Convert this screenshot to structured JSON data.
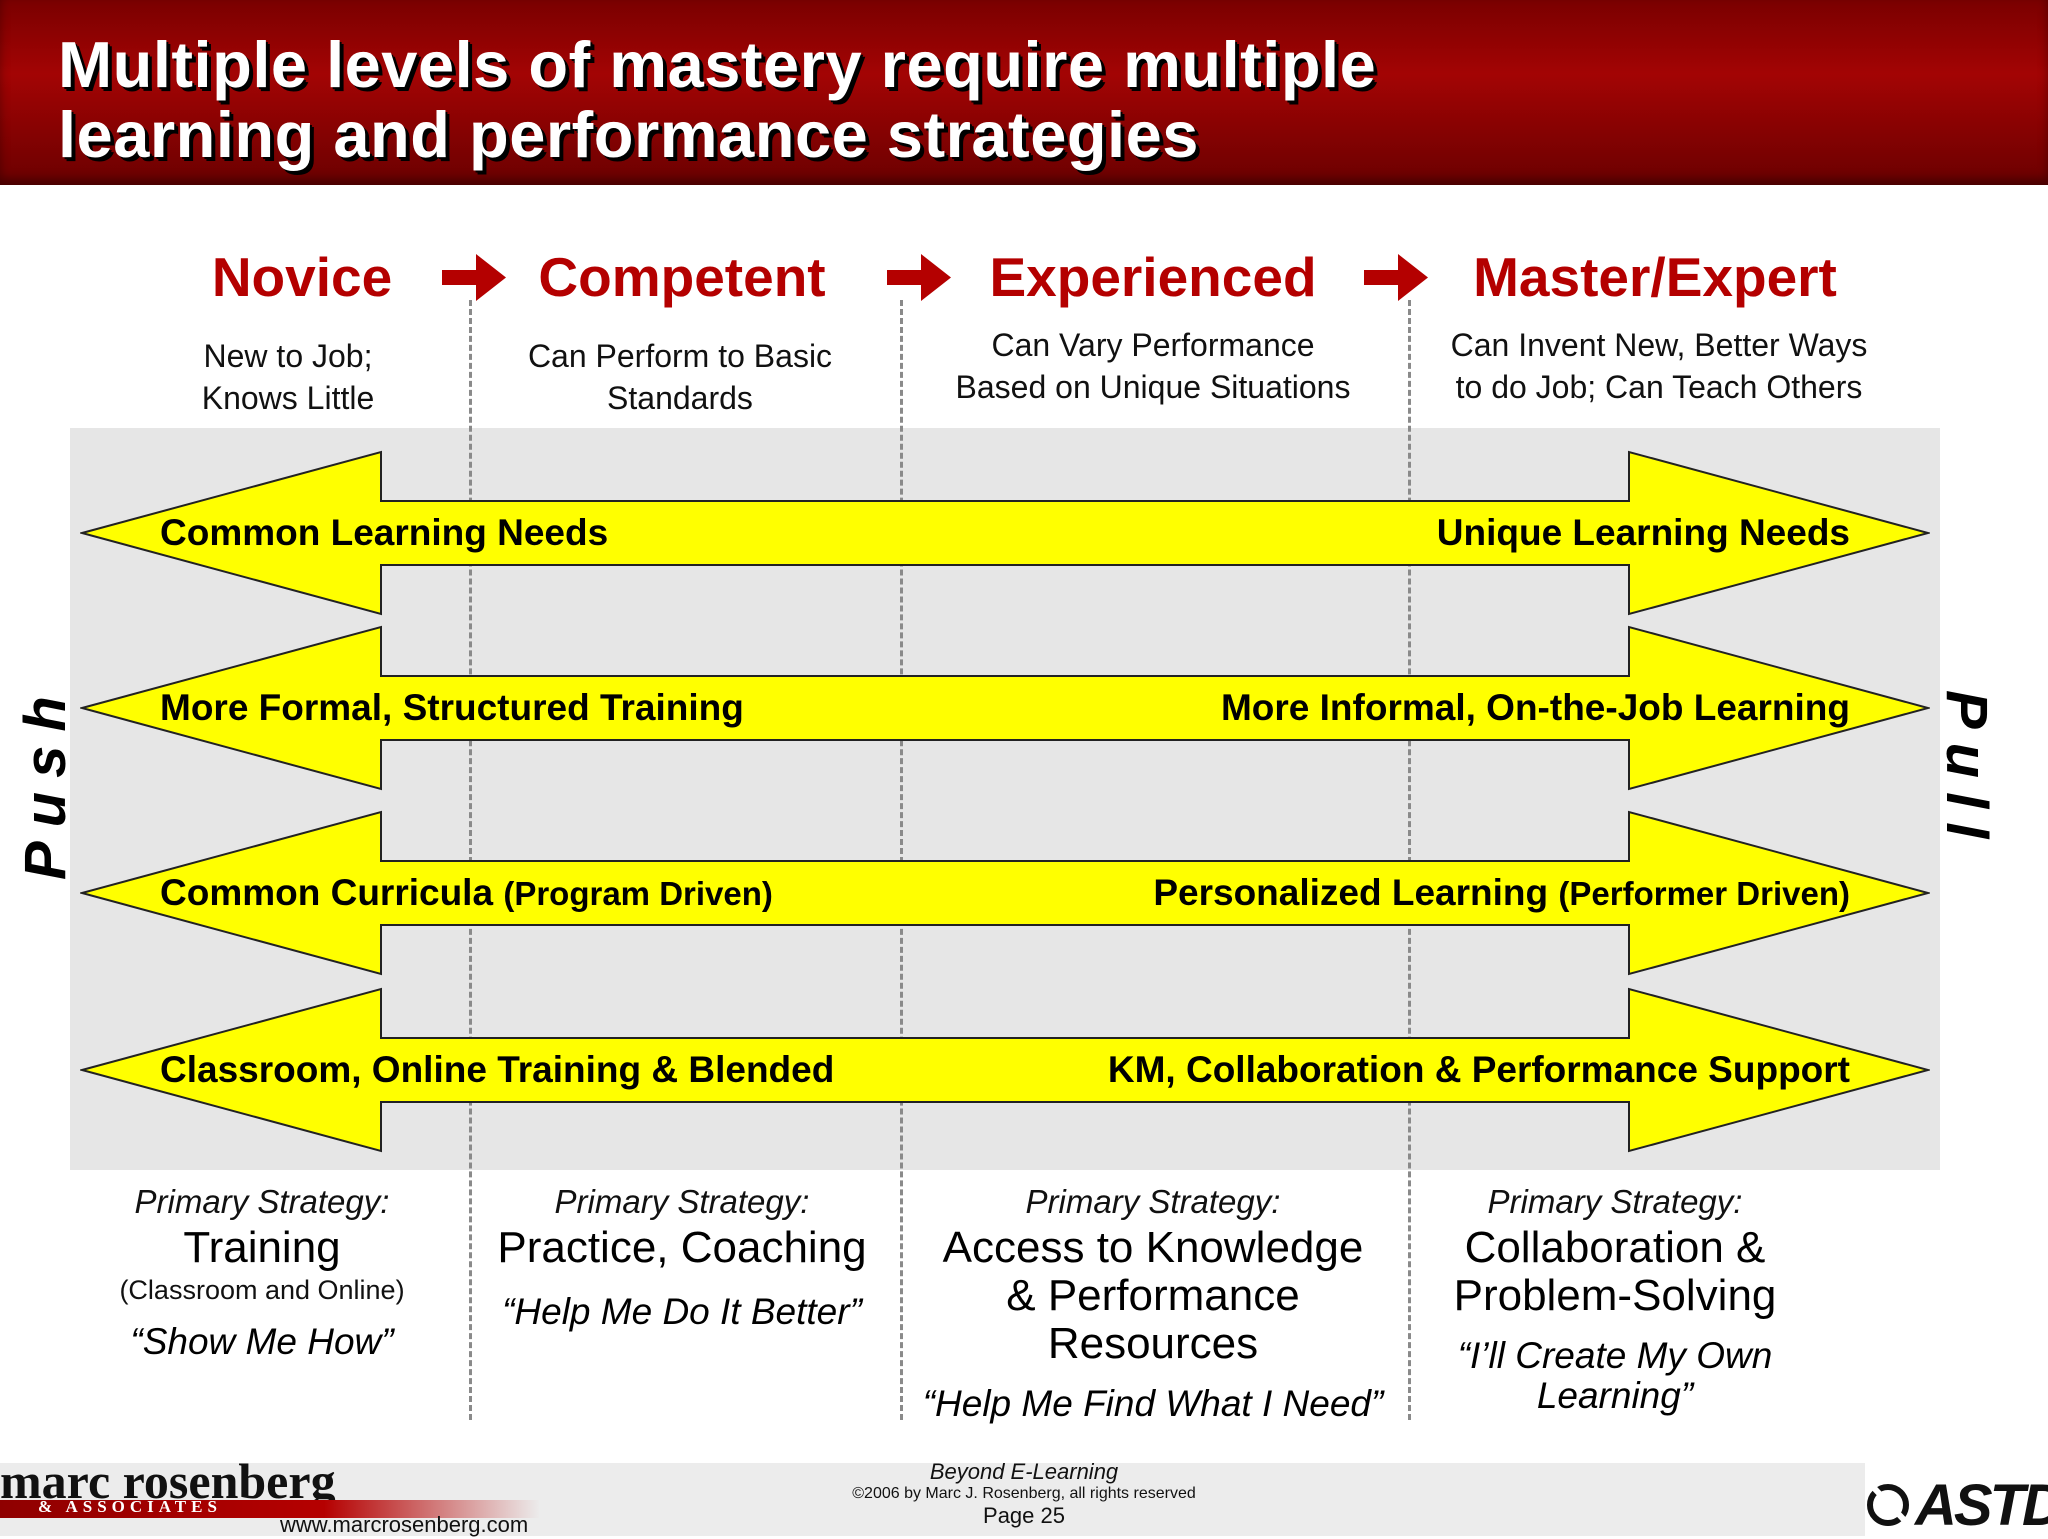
{
  "title": {
    "line1": "Multiple levels of mastery require multiple",
    "line2": "learning and performance strategies"
  },
  "stages": [
    {
      "name": "Novice",
      "description": [
        "New to Job;",
        "Knows Little"
      ]
    },
    {
      "name": "Competent",
      "description": [
        "Can Perform to Basic",
        "Standards"
      ]
    },
    {
      "name": "Experienced",
      "description": [
        "Can Vary Performance",
        "Based on Unique Situations"
      ]
    },
    {
      "name": "Master/Expert",
      "description": [
        "Can Invent New, Better Ways",
        "to do Job; Can Teach Others"
      ]
    }
  ],
  "side_labels": {
    "left": "Push",
    "right": "Pull"
  },
  "arrows": [
    {
      "left": "Common Learning Needs",
      "left_sub": "",
      "right": "Unique Learning Needs",
      "right_sub": ""
    },
    {
      "left": "More Formal, Structured Training",
      "left_sub": "",
      "right": "More Informal, On-the-Job Learning",
      "right_sub": ""
    },
    {
      "left": "Common Curricula",
      "left_sub": "(Program Driven)",
      "right": "Personalized Learning",
      "right_sub": "(Performer Driven)"
    },
    {
      "left": "Classroom, Online Training & Blended",
      "left_sub": "",
      "right": "KM, Collaboration & Performance Support",
      "right_sub": ""
    }
  ],
  "strategies": [
    {
      "label": "Primary Strategy:",
      "main": [
        "Training"
      ],
      "note": "(Classroom and Online)",
      "quote": [
        "“Show Me How”"
      ]
    },
    {
      "label": "Primary Strategy:",
      "main": [
        "Practice, Coaching"
      ],
      "note": "",
      "quote": [
        "“Help Me Do It Better”"
      ]
    },
    {
      "label": "Primary Strategy:",
      "main": [
        "Access to Knowledge",
        "& Performance",
        "Resources"
      ],
      "note": "",
      "quote": [
        "“Help Me Find What I Need”"
      ]
    },
    {
      "label": "Primary Strategy:",
      "main": [
        "Collaboration &",
        "Problem-Solving"
      ],
      "note": "",
      "quote": [
        "“I’ll Create My Own",
        "Learning”"
      ]
    }
  ],
  "footer": {
    "logo_name": "marc rosenberg",
    "logo_sub": "& ASSOCIATES",
    "url": "www.marcrosenberg.com",
    "center_title": "Beyond E-Learning",
    "copyright": "©2006 by Marc J. Rosenberg, all rights reserved",
    "page": "Page 25",
    "brand": "ASTD"
  },
  "colors": {
    "title_bg": "#a30404",
    "stage_red": "#b40000",
    "arrow_fill": "#ffff00",
    "band_gray": "#e6e6e6"
  }
}
